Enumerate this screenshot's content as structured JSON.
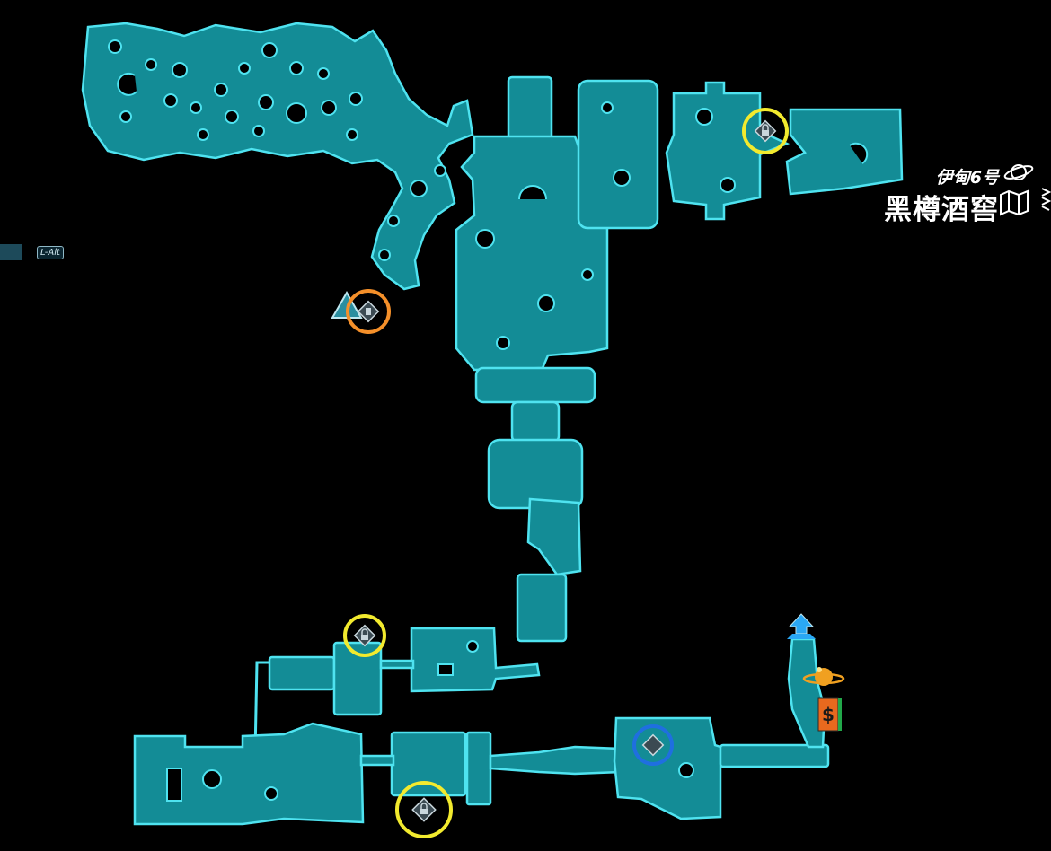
{
  "hud": {
    "planet": "伊甸6号",
    "zone": "黑樽酒窖",
    "key_hint": "L-Alt"
  },
  "colors": {
    "room_fill": "#138c96",
    "room_outline": "#4fe3f0",
    "background": "#000000",
    "highlight_yellow": "#f2ea2e",
    "highlight_orange": "#f5902a",
    "highlight_blue": "#1f6fe0",
    "vendor_orange": "#e8691e",
    "fast_travel_blue": "#2aa8f5"
  },
  "markers": [
    {
      "kind": "locked-chest",
      "icon": "lock-diamond-icon",
      "highlight": "yellow"
    },
    {
      "kind": "locked-chest",
      "icon": "lock-diamond-icon",
      "highlight": "yellow"
    },
    {
      "kind": "locked-chest",
      "icon": "lock-diamond-icon",
      "highlight": "yellow"
    },
    {
      "kind": "mission-target",
      "icon": "warning-diamond-icon",
      "highlight": "orange"
    },
    {
      "kind": "objective",
      "icon": "diamond-icon",
      "highlight": "blue"
    },
    {
      "kind": "vendor",
      "icon": "dollar-vending-icon",
      "highlight": "none"
    },
    {
      "kind": "quick-change",
      "icon": "saturn-icon",
      "highlight": "none"
    },
    {
      "kind": "map-exit",
      "icon": "up-arrow-icon",
      "highlight": "none"
    }
  ]
}
